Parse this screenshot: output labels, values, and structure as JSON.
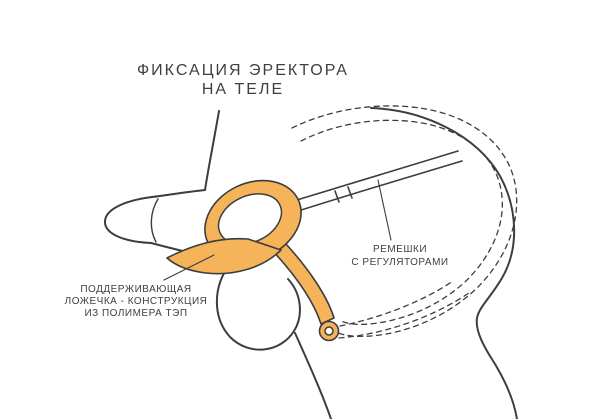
{
  "diagram": {
    "title": {
      "line1": "ФИКСАЦИЯ ЭРЕКТОРА",
      "line2": "НА ТЕЛЕ"
    },
    "labels": {
      "straps": {
        "line1": "РЕМЕШКИ",
        "line2": "С РЕГУЛЯТОРАМИ"
      },
      "support": {
        "line1": "ПОДДЕРЖИВАЮЩАЯ",
        "line2": "ЛОЖЕЧКА - КОНСТРУКЦИЯ",
        "line3": "ИЗ ПОЛИМЕРА ТЭП"
      }
    },
    "colors": {
      "outline": "#3d3d3d",
      "accent_orange": "#f5b45a",
      "text": "#3f3f3f",
      "background": "#ffffff"
    }
  }
}
